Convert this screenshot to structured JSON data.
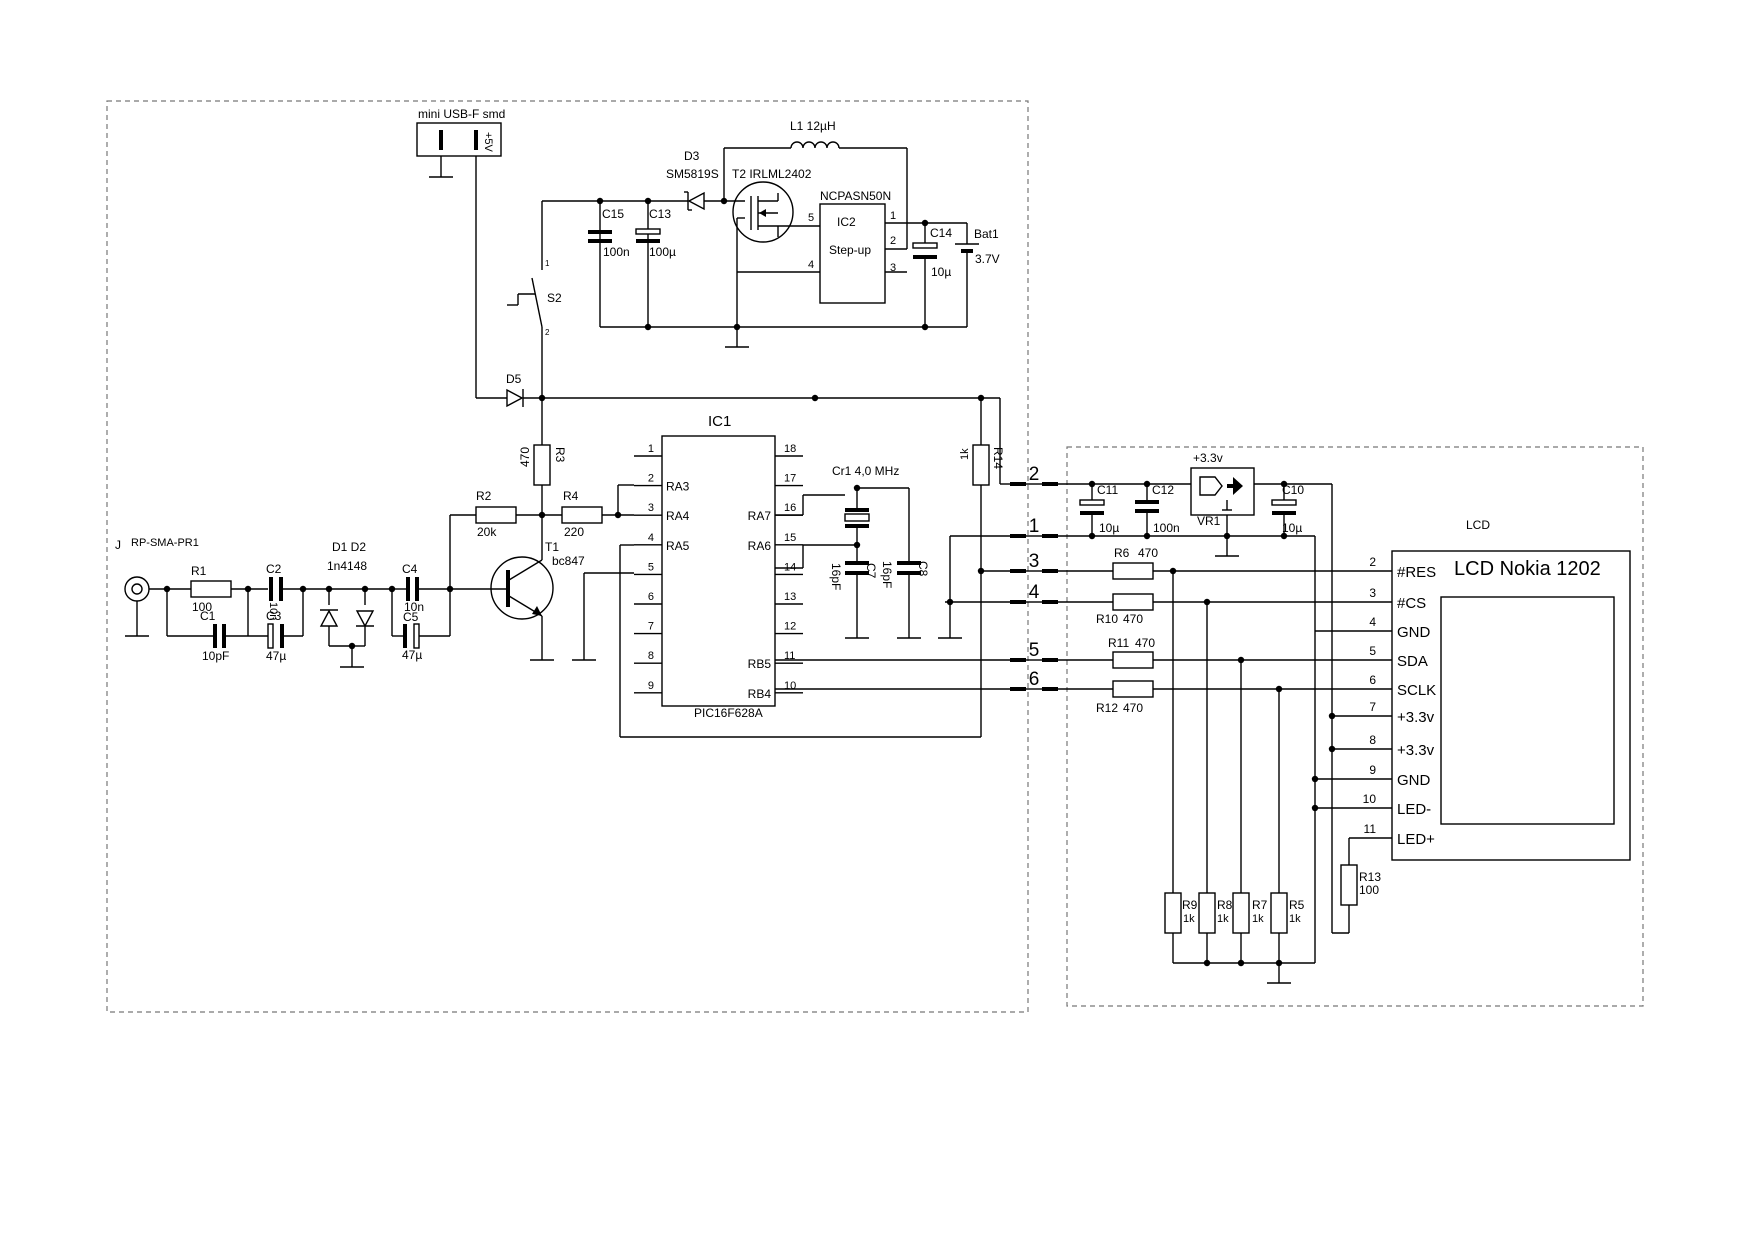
{
  "lcd_block": {
    "title": "LCD",
    "display_name": "LCD Nokia 1202",
    "pins": [
      {
        "num": "2",
        "name": "#RES"
      },
      {
        "num": "3",
        "name": "#CS"
      },
      {
        "num": "4",
        "name": "GND"
      },
      {
        "num": "5",
        "name": "SDA"
      },
      {
        "num": "6",
        "name": "SCLK"
      },
      {
        "num": "7",
        "name": "+3.3v"
      },
      {
        "num": "8",
        "name": "+3.3v"
      },
      {
        "num": "9",
        "name": "GND"
      },
      {
        "num": "10",
        "name": "LED-"
      },
      {
        "num": "11",
        "name": "LED+"
      }
    ]
  },
  "connectors": [
    "2",
    "1",
    "3",
    "4",
    "5",
    "6"
  ],
  "ic1": {
    "ref": "IC1",
    "part": "PIC16F628A",
    "left_pins": [
      {
        "num": "1",
        "name": ""
      },
      {
        "num": "2",
        "name": "RA3"
      },
      {
        "num": "3",
        "name": "RA4"
      },
      {
        "num": "4",
        "name": "RA5"
      },
      {
        "num": "5",
        "name": ""
      },
      {
        "num": "6",
        "name": ""
      },
      {
        "num": "7",
        "name": ""
      },
      {
        "num": "8",
        "name": ""
      },
      {
        "num": "9",
        "name": ""
      }
    ],
    "right_pins": [
      {
        "num": "18",
        "name": ""
      },
      {
        "num": "17",
        "name": ""
      },
      {
        "num": "16",
        "name": "RA7"
      },
      {
        "num": "15",
        "name": "RA6"
      },
      {
        "num": "14",
        "name": ""
      },
      {
        "num": "13",
        "name": ""
      },
      {
        "num": "12",
        "name": ""
      },
      {
        "num": "11",
        "name": "RB5"
      },
      {
        "num": "10",
        "name": "RB4"
      }
    ]
  },
  "ic2": {
    "ref": "IC2",
    "func": "Step-up",
    "part": "NCPASN50N",
    "pins": [
      "5",
      "4",
      "1",
      "2",
      "3"
    ]
  },
  "parts": {
    "usb": {
      "ref": "mini USB-F smd",
      "pin": "+5V"
    },
    "l1": {
      "ref": "L1 12µH"
    },
    "d3": {
      "ref": "D3",
      "part": "SM5819S"
    },
    "t2": {
      "ref": "T2  IRLML2402"
    },
    "c15": {
      "ref": "C15",
      "value": "100n"
    },
    "c13": {
      "ref": "C13",
      "value": "100µ"
    },
    "c14": {
      "ref": "C14",
      "value": "10µ"
    },
    "bat1": {
      "ref": "Bat1",
      "value": "3.7V"
    },
    "s2": {
      "ref": "S2",
      "pin1": "1",
      "pin2": "2"
    },
    "d5": {
      "ref": "D5"
    },
    "r3": {
      "ref": "R3",
      "value": "470"
    },
    "r2": {
      "ref": "R2",
      "value": "20k"
    },
    "r4": {
      "ref": "R4",
      "value": "220"
    },
    "t1": {
      "ref": "T1",
      "part": "bc847"
    },
    "j": {
      "ref": "J",
      "part": "RP-SMA-PR1"
    },
    "r1": {
      "ref": "R1",
      "value": "100"
    },
    "c1": {
      "ref": "C1",
      "value": "10pF"
    },
    "c2": {
      "ref": "C2",
      "value": "10n"
    },
    "c3": {
      "ref": "C3",
      "value": "47µ"
    },
    "d1d2": {
      "ref": "D1 D2",
      "part": "1n4148"
    },
    "c4": {
      "ref": "C4",
      "value": "10n"
    },
    "c5": {
      "ref": "C5",
      "value": "47µ"
    },
    "cr1": {
      "ref": "Cr1 4,0 MHz"
    },
    "c7": {
      "ref": "C7",
      "value": "16pF"
    },
    "c8": {
      "ref": "C8",
      "value": "16pF"
    },
    "r14": {
      "ref": "R14",
      "value": "1k"
    },
    "c11": {
      "ref": "C11",
      "value": "10µ"
    },
    "c12": {
      "ref": "C12",
      "value": "100n"
    },
    "vr1": {
      "ref": "VR1",
      "value": "+3.3v"
    },
    "c10": {
      "ref": "C10",
      "value": "10µ"
    },
    "r6": {
      "ref": "R6",
      "value": "470"
    },
    "r10": {
      "ref": "R10",
      "value": "470"
    },
    "r11": {
      "ref": "R11",
      "value": "470"
    },
    "r12": {
      "ref": "R12",
      "value": "470"
    },
    "r13": {
      "ref": "R13",
      "value": "100"
    },
    "r9": {
      "ref": "R9",
      "value": "1k"
    },
    "r8": {
      "ref": "R8",
      "value": "1k"
    },
    "r7": {
      "ref": "R7",
      "value": "1k"
    },
    "r5": {
      "ref": "R5",
      "value": "1k"
    }
  }
}
